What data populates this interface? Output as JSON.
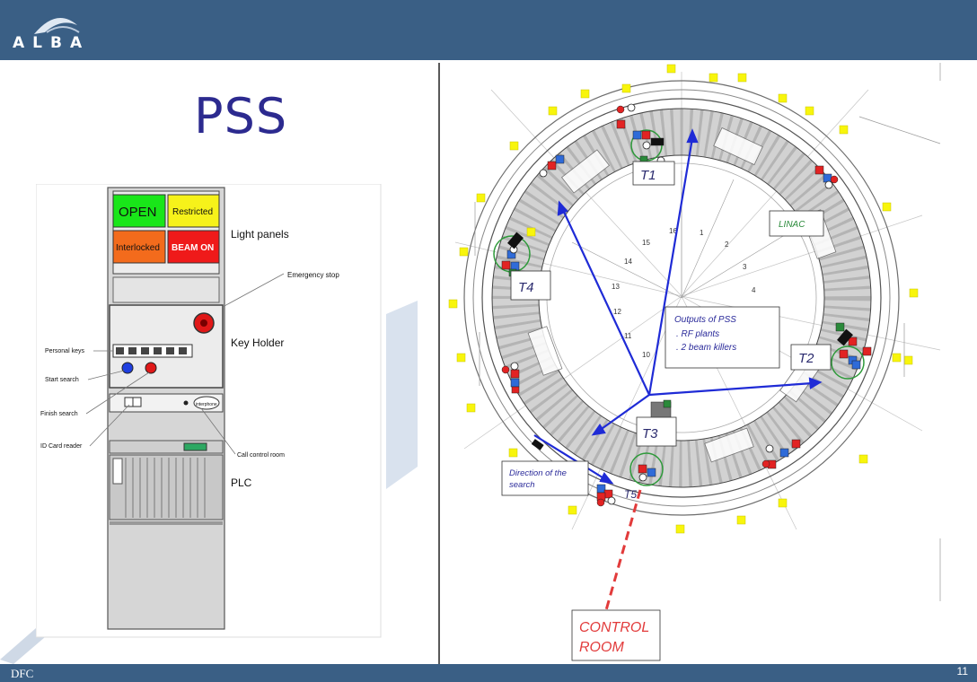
{
  "header": {
    "logo_text": "ALBA"
  },
  "slide": {
    "title": "PSS",
    "footer_left": "DFC",
    "page_number": "11"
  },
  "cabinet": {
    "lights": {
      "open": "OPEN",
      "restricted": "Restricted",
      "interlocked": "Interlocked",
      "beam_on": "BEAM ON"
    },
    "labels": {
      "light_panels": "Light panels",
      "emergency_stop": "Emergency stop",
      "personal_keys": "Personal keys",
      "key_holder": "Key Holder",
      "start_search": "Start search",
      "finish_search": "Finish search",
      "id_card_reader": "ID Card reader",
      "call_control_room": "Call control room",
      "plc": "PLC",
      "interphone": "interphone"
    },
    "colors": {
      "open": "#19e619",
      "restricted": "#f6f21a",
      "interlocked": "#f36b1c",
      "beam_on": "#ef1a1a"
    }
  },
  "map": {
    "entrances": {
      "t1": "T1",
      "t2": "T2",
      "t3": "T3",
      "t4": "T4",
      "t5": "T5"
    },
    "linac": "LINAC",
    "outputs_box": {
      "line1": "Outputs of PSS",
      "line2": ". RF plants",
      "line3": ". 2 beam killers"
    },
    "direction_box": {
      "line1": "Direction of the",
      "line2": "search"
    },
    "control_room": {
      "line1": "CONTROL",
      "line2": "ROOM"
    },
    "sector_numbers": [
      "1",
      "2",
      "3",
      "4",
      "10",
      "11",
      "12",
      "13",
      "14",
      "15",
      "16"
    ],
    "colors": {
      "arrow": "#1f2bd6",
      "marker_yellow": "#f8f50c",
      "control_room": "#e23b3b",
      "entrance_circle": "#2e9a3a"
    }
  }
}
